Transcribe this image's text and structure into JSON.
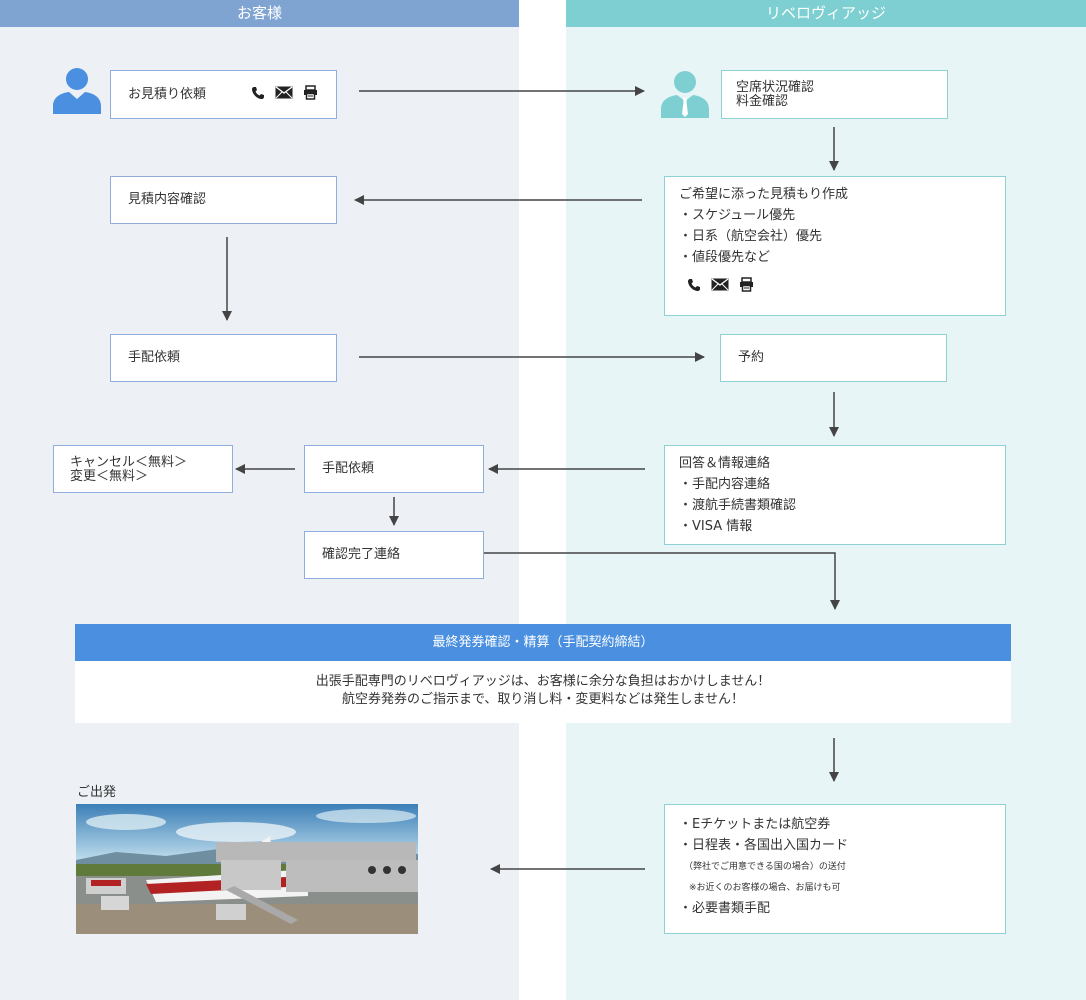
{
  "header": {
    "left": "お客様",
    "right": "リベロヴィアッジ"
  },
  "steps": {
    "quote_request": "お見積り依頼",
    "availability": [
      "空席状況確認",
      "料金確認"
    ],
    "quote_check": "見積内容確認",
    "proposal": {
      "title": "ご希望に添った見積もり作成",
      "items": [
        "・スケジュール優先",
        "・日系（航空会社）優先",
        "・値段優先など"
      ]
    },
    "arrangement_request": "手配依頼",
    "reservation": "予約",
    "answer": {
      "title": "回答＆情報連絡",
      "items": [
        "・手配内容連絡",
        "・渡航手続書類確認",
        "・VISA 情報"
      ]
    },
    "arrangement_request_2": "手配依頼",
    "cancel": [
      "キャンセル＜無料＞",
      "変更＜無料＞"
    ],
    "confirm_done": "確認完了連絡"
  },
  "final": {
    "banner": "最終発券確認・精算（手配契約締結）",
    "notice": [
      "出張手配専門のリベロヴィアッジは、お客様に余分な負担はおかけしません！",
      "航空券発券のご指示まで、取り消し料・変更料などは発生しません！"
    ]
  },
  "departure": {
    "label": "ご出発"
  },
  "delivery": {
    "line1": "・Eチケットまたは航空券",
    "line2": "・日程表・各国出入国カード",
    "note1": "（弊社でご用意できる国の場合）の送付",
    "note2": "※お近くのお客様の場合、お届けも可",
    "line3": "・必要書類手配"
  },
  "colors": {
    "left_header": "#7fa4d2",
    "right_header": "#7ecfd1",
    "left_bg": "#edf1f6",
    "right_bg": "#e7f5f6",
    "banner": "#4a8fe0",
    "arrow": "#444444",
    "customer_icon": "#4a8fe0",
    "agent_icon": "#7ecfd1"
  },
  "icons": [
    "user-icon",
    "agent-icon",
    "phone-icon",
    "mail-icon",
    "fax-icon",
    "airplane-photo"
  ]
}
